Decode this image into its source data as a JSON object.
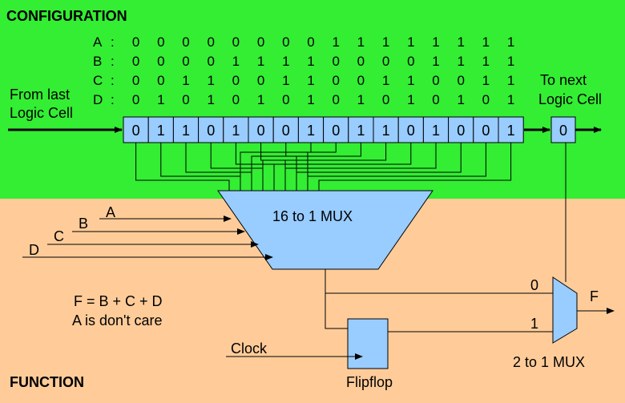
{
  "sections": {
    "configuration_label": "CONFIGURATION",
    "function_label": "FUNCTION"
  },
  "colors": {
    "config_bg": "#33EE33",
    "function_bg": "#FFCC99",
    "component_fill": "#99CCFF"
  },
  "truth_table": {
    "rows": [
      {
        "label": "A",
        "values": [
          "0",
          "0",
          "0",
          "0",
          "0",
          "0",
          "0",
          "0",
          "1",
          "1",
          "1",
          "1",
          "1",
          "1",
          "1",
          "1"
        ]
      },
      {
        "label": "B",
        "values": [
          "0",
          "0",
          "0",
          "0",
          "1",
          "1",
          "1",
          "1",
          "0",
          "0",
          "0",
          "0",
          "1",
          "1",
          "1",
          "1"
        ]
      },
      {
        "label": "C",
        "values": [
          "0",
          "0",
          "1",
          "1",
          "0",
          "0",
          "1",
          "1",
          "0",
          "0",
          "1",
          "1",
          "0",
          "0",
          "1",
          "1"
        ]
      },
      {
        "label": "D",
        "values": [
          "0",
          "1",
          "0",
          "1",
          "0",
          "1",
          "0",
          "1",
          "0",
          "1",
          "0",
          "1",
          "0",
          "1",
          "0",
          "1"
        ]
      }
    ]
  },
  "shift_register": {
    "bits": [
      "0",
      "1",
      "1",
      "0",
      "1",
      "0",
      "0",
      "1",
      "0",
      "1",
      "1",
      "0",
      "1",
      "0",
      "0",
      "1"
    ],
    "input_label_line1": "From last",
    "input_label_line2": "Logic Cell",
    "next_bit": "0",
    "output_label_line1": "To next",
    "output_label_line2": "Logic Cell"
  },
  "mux16": {
    "label": "16 to 1 MUX"
  },
  "inputs": [
    "A",
    "B",
    "C",
    "D"
  ],
  "equation": {
    "line1": "F = B + C + D",
    "line2": "A is don't care"
  },
  "clock_label": "Clock",
  "flipflop_label": "Flipflop",
  "mux2": {
    "label": "2 to 1 MUX",
    "input0": "0",
    "input1": "1",
    "output": "F"
  }
}
